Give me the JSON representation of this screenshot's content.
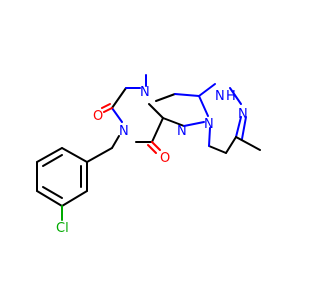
{
  "molecule": {
    "atoms": {
      "n_methyl": "N",
      "n_imide": "N",
      "n_imidazole": "N",
      "n_bridge": "N",
      "n_h": "H",
      "n_h_n": "N",
      "n_hydrazone": "N",
      "o_top": "O",
      "o_bottom": "O",
      "cl": "Cl"
    },
    "colors": {
      "carbon": "#000000",
      "nitrogen": "#0000ff",
      "oxygen": "#ff0000",
      "chlorine": "#00aa00"
    }
  }
}
